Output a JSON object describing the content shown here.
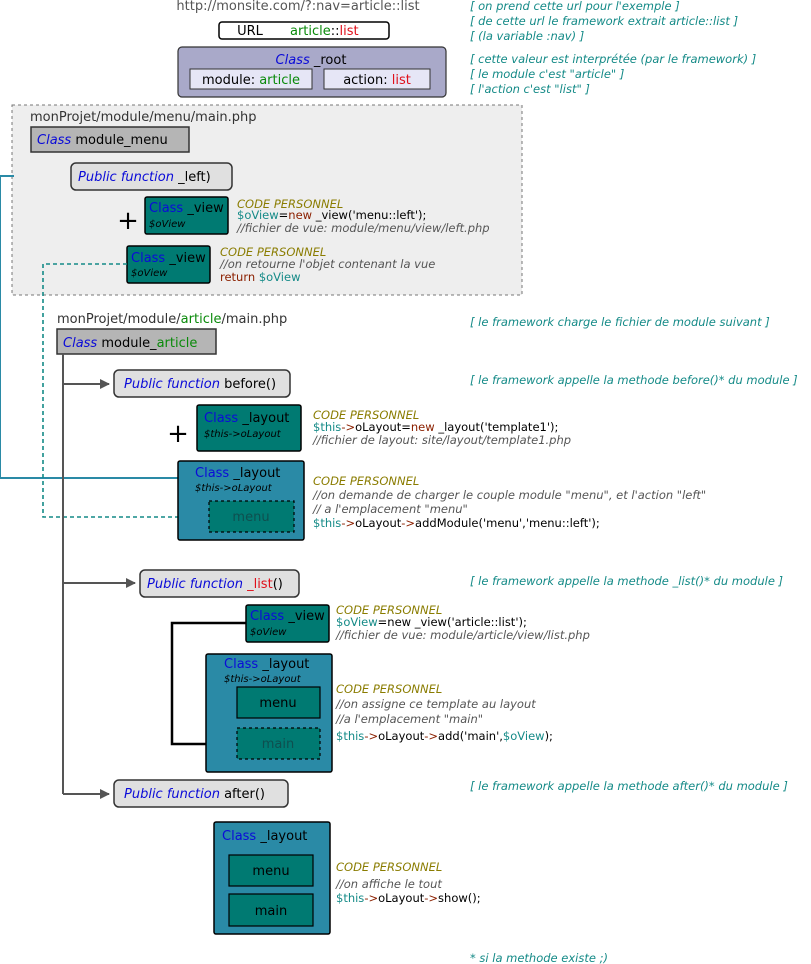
{
  "colors": {
    "keyword_blue": "#0b0bd8",
    "green": "#0a8a0a",
    "red": "#e0101a",
    "teal_text": "#148a87",
    "olive_text": "#8a7c00",
    "gray_text": "#555555",
    "view_box_fill": "#007a72",
    "layout_box_fill": "#2a8aa6",
    "root_box_fill": "#a9a9c9",
    "module_box_fill": "#b5b5b5",
    "function_box_fill": "#e0e0e0",
    "frame_fill": "#eeeeee",
    "connector_blue": "#2a8aa6",
    "connector_teal": "#148a87"
  },
  "header": {
    "url_text": "http://monsite.com/?:nav=article::list",
    "url_label": "URL",
    "url_value_article": "article",
    "url_value_sep": "::",
    "url_value_list": "list"
  },
  "root": {
    "class_kw": "Class",
    "class_name": "_root",
    "module_label": "module: ",
    "module_value": "article",
    "action_label": "action: ",
    "action_value": "list"
  },
  "notes": {
    "n1": "[ on prend cette url pour l'exemple ]",
    "n2": "[ de cette url le framework extrait article::list ]",
    "n3": "[ (la variable :nav) ]",
    "n4": "[ cette valeur est interprétée (par le framework) ]",
    "n5": "[ le module c'est \"article\" ]",
    "n6": "[ l'action c'est \"list\" ]",
    "n7": "[ le framework charge le fichier de module suivant ]",
    "n8": "[ le framework appelle la methode before()* du module ]",
    "n9": "[ le framework appelle la methode _list()* du module ]",
    "n10": "[ le framework appelle la methode after()* du module ]",
    "footnote": "* si la methode existe ;)"
  },
  "menu_module": {
    "path": "monProjet/module/menu/main.php",
    "class_kw": "Class",
    "class_name": "module_menu",
    "func_kw": "Public function",
    "func_name": "_left)",
    "view_class": "_view",
    "view_var": "$oView",
    "code1": {
      "title": "CODE PERSONNEL",
      "var": "$oView",
      "op": "=",
      "kw": "new",
      "rest": " _view('menu::left');",
      "comment": "//fichier de vue: module/menu/view/left.php"
    },
    "code2": {
      "title": "CODE PERSONNEL",
      "comment": "//on retourne l'objet contenant la vue",
      "kw": "return",
      "var": " $oView"
    }
  },
  "article_module": {
    "path_a": "monProjet/module/",
    "path_b": "article",
    "path_c": "/main.php",
    "class_kw": "Class",
    "class_name_a": "module_",
    "class_name_b": "article",
    "before_kw": "Public function",
    "before_name": " before()",
    "list_kw": "Public function",
    "list_name": " _list",
    "list_paren": "()",
    "after_kw": "Public function",
    "after_name": " after()",
    "layout_class": "_layout",
    "layout_var": "$this->oLayout",
    "view_class": "_view",
    "view_var": "$oView",
    "slot_menu": "menu",
    "slot_main": "main",
    "plus": "+",
    "code3": {
      "title": "CODE PERSONNEL",
      "var": "$this",
      "arrow": "->",
      "prop": "oLayout",
      "op": "=",
      "kw": "new",
      "rest": " _layout('template1');",
      "comment": "//fichier de layout: site/layout/template1.php"
    },
    "code4": {
      "title": "CODE PERSONNEL",
      "comment1": "//on demande de charger le couple module \"menu\", et l'action \"left\"",
      "comment2": "// a l'emplacement \"menu\"",
      "var": "$this",
      "arrow": "->",
      "prop": "oLayout",
      "arrow2": "->",
      "rest": "addModule('menu','menu::left');"
    },
    "code5": {
      "title": "CODE PERSONNEL",
      "var": "$oView",
      "op": "=",
      "rest": "new _view('article::list');",
      "comment": "//fichier de vue: module/article/view/list.php"
    },
    "code6": {
      "title": "CODE PERSONNEL",
      "comment1": "//on assigne ce template au layout",
      "comment2": "//a l'emplacement \"main\"",
      "var": "$this",
      "arrow": "->",
      "prop": "oLayout",
      "arrow2": "->",
      "rest1": "add('main',",
      "var2": "$oView",
      "rest2": ");"
    },
    "code7": {
      "title": "CODE PERSONNEL",
      "comment": "//on affiche le tout",
      "var": "$this",
      "arrow": "->",
      "prop": "oLayout",
      "arrow2": "->",
      "rest": "show();"
    }
  }
}
